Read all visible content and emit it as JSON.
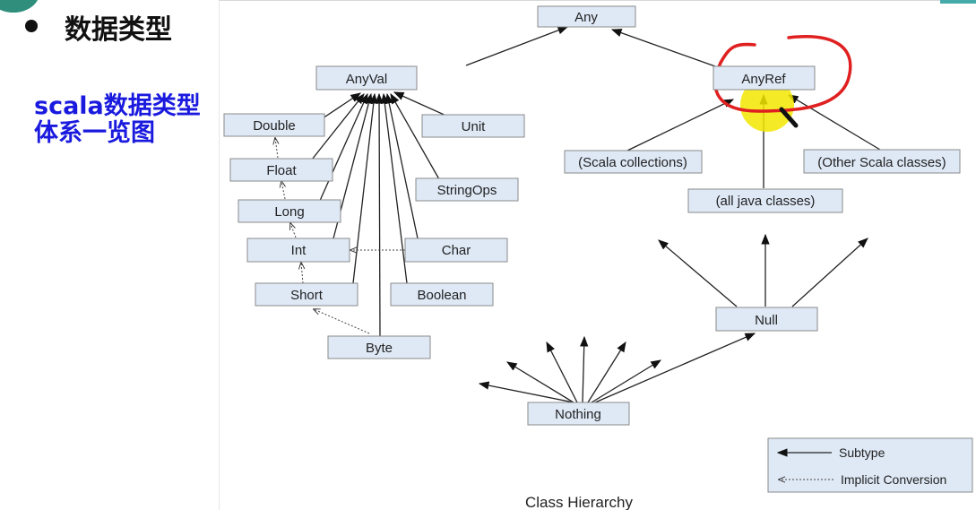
{
  "slide": {
    "title": "数据类型",
    "subtitle": "scala数据类型体系一览图"
  },
  "diagram": {
    "nodes": {
      "any": "Any",
      "anyval": "AnyVal",
      "anyref": "AnyRef",
      "double": "Double",
      "float": "Float",
      "long": "Long",
      "int": "Int",
      "short": "Short",
      "byte": "Byte",
      "unit": "Unit",
      "stringops": "StringOps",
      "char": "Char",
      "boolean": "Boolean",
      "scala_collections": "(Scala collections)",
      "other_scala_classes": "(Other Scala classes)",
      "all_java_classes": "(all java classes)",
      "null": "Null",
      "nothing": "Nothing"
    },
    "legend": {
      "subtype": "Subtype",
      "implicit_conversion": "Implicit Conversion"
    },
    "caption": "Class Hierarchy",
    "annotation_color": "#e02020",
    "highlight_color": "#f2e600",
    "node_fill": "#dfe9f6"
  }
}
